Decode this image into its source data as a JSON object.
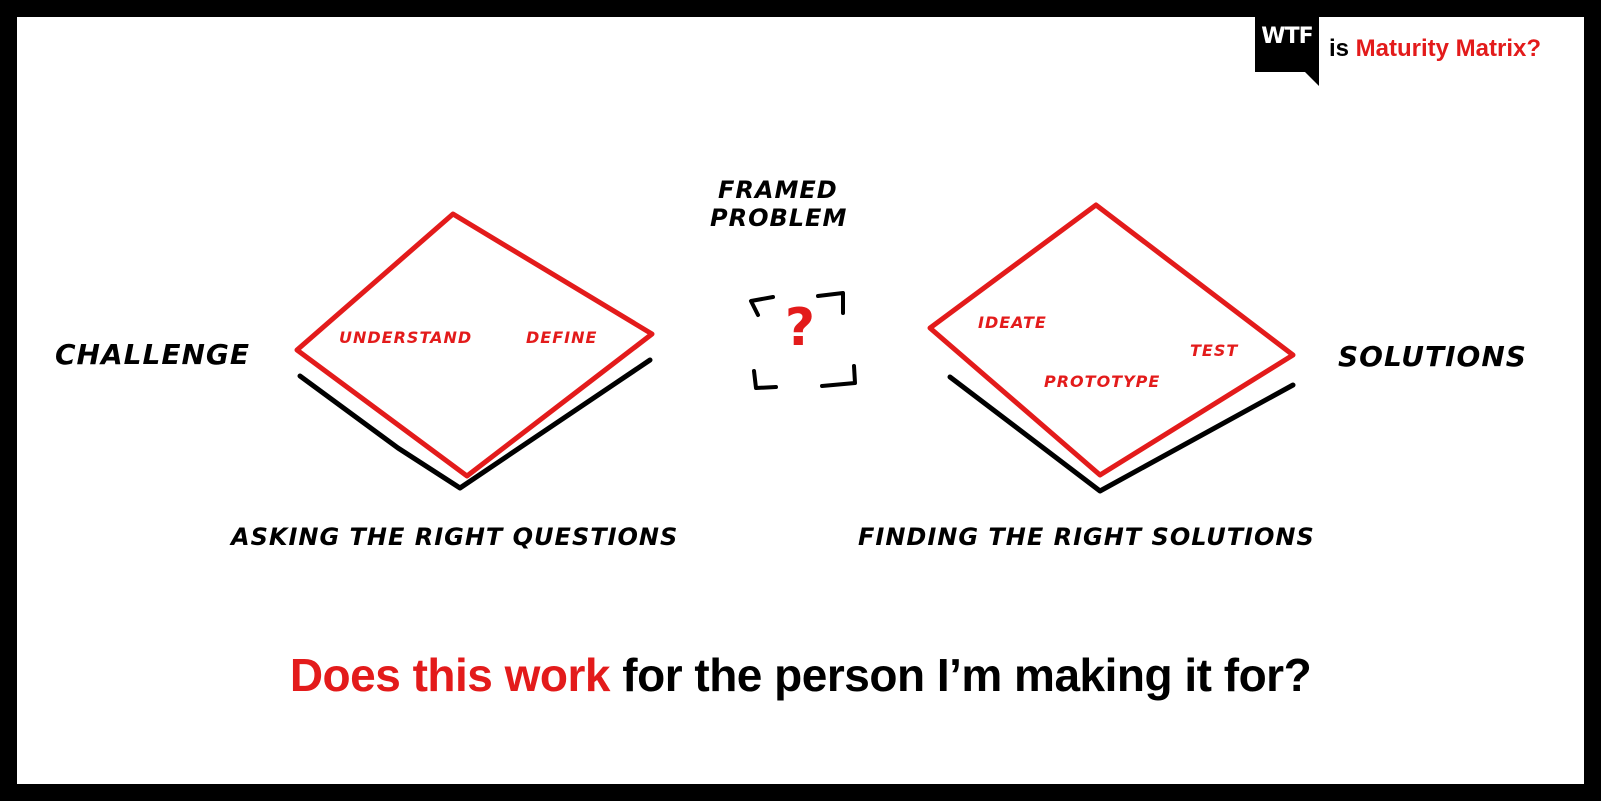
{
  "brand": {
    "logo_text": "WTF",
    "is_text": "is",
    "name": "Maturity Matrix?"
  },
  "diagram": {
    "left_outer_label": "CHALLENGE",
    "right_outer_label": "SOLUTIONS",
    "center_label_line1": "FRAMED",
    "center_label_line2": "PROBLEM",
    "center_symbol": "?",
    "left_diamond": {
      "stages": [
        "UNDERSTAND",
        "DEFINE"
      ],
      "caption": "ASKING THE RIGHT QUESTIONS"
    },
    "right_diamond": {
      "stages": [
        "IDEATE",
        "PROTOTYPE",
        "TEST"
      ],
      "caption": "FINDING THE RIGHT SOLUTIONS"
    }
  },
  "question": {
    "highlight": "Does this work",
    "rest": " for the person I’m making it for?"
  },
  "colors": {
    "accent": "#e31b1b",
    "text": "#000000",
    "background": "#ffffff"
  }
}
